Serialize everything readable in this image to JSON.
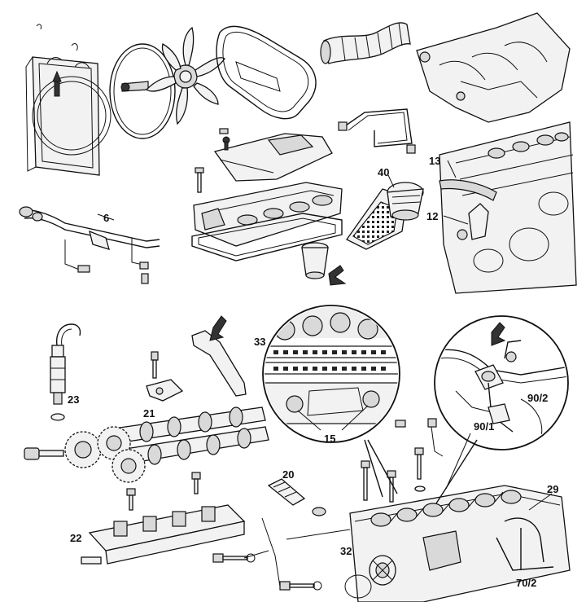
{
  "callouts": {
    "c6": "6",
    "c13": "13",
    "c12": "12",
    "c40": "40",
    "c33": "33",
    "c23": "23",
    "c21": "21",
    "c15": "15",
    "c90_2": "90/2",
    "c90_1": "90/1",
    "c20": "20",
    "c29": "29",
    "c22": "22",
    "c32": "32",
    "c70_2": "70/2"
  }
}
